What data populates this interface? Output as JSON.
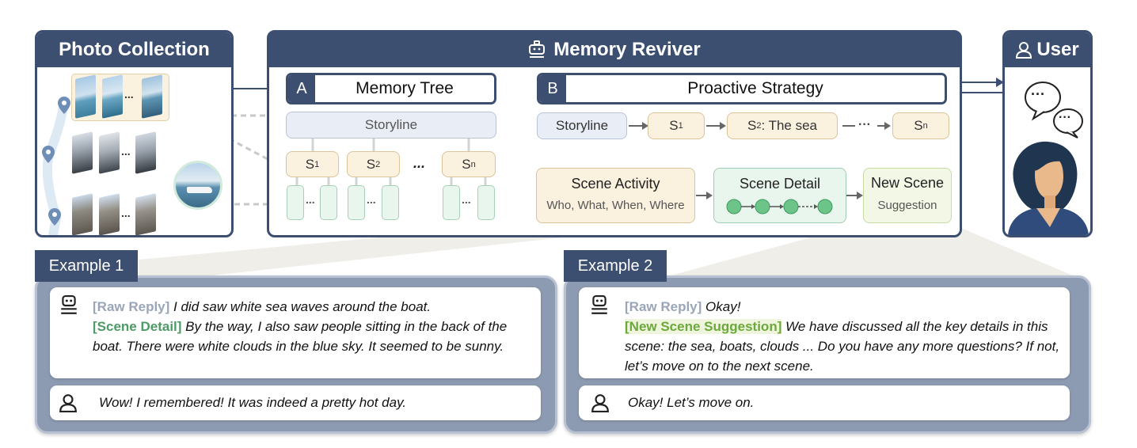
{
  "photo_collection": {
    "title": "Photo Collection",
    "ellipsis": "..."
  },
  "reviver": {
    "title": "Memory Reviver",
    "memory_tree": {
      "letter": "A",
      "label": "Memory Tree",
      "storyline": "Storyline",
      "s1": "S",
      "s1_sub": "1",
      "s2": "S",
      "s2_sub": "2",
      "sn": "S",
      "sn_sub": "n",
      "dots": "...",
      "leaf_dots": "..."
    },
    "strategy": {
      "letter": "B",
      "label": "Proactive Strategy",
      "storyline": "Storyline",
      "s1": "S",
      "s1_sub": "1",
      "s2": "S",
      "s2_sub": "2",
      "s2_tail": ": The sea",
      "dots": "···",
      "sn": "S",
      "sn_sub": "n",
      "scene_activity_title": "Scene Activity",
      "scene_activity_sub": "Who, What, When, Where",
      "scene_detail_title": "Scene Detail",
      "new_scene_title": "New Scene",
      "new_scene_sub": "Suggestion"
    }
  },
  "user": {
    "title": "User",
    "bubble": "···"
  },
  "example1": {
    "title": "Example 1",
    "tag1": "[Raw Reply]",
    "text1": "I did saw white sea waves around the boat.",
    "tag2": "[Scene Detail]",
    "text2": "By the way, I also saw people sitting in the back of the boat. There were white clouds in the blue sky. It seemed to be sunny.",
    "user_reply": "Wow! I remembered! It was indeed a pretty hot day."
  },
  "example2": {
    "title": "Example 2",
    "tag1": "[Raw Reply]",
    "text1": "Okay!",
    "tag2": "[New Scene Suggestion]",
    "text2": "We have discussed all the key details in this scene: the sea, boats, clouds ... Do you have any more questions? If not, let’s move on to the next scene.",
    "user_reply": "Okay! Let’s move on."
  },
  "colors": {
    "navy": "#3d4f70",
    "beige": "#fbf1df",
    "green_pale": "#e9f6ee",
    "blue_pale": "#e9eef6",
    "green_node": "#6cc489"
  },
  "icons": [
    "robot-icon",
    "user-icon",
    "location-pin-icon",
    "speech-bubble-icon"
  ]
}
